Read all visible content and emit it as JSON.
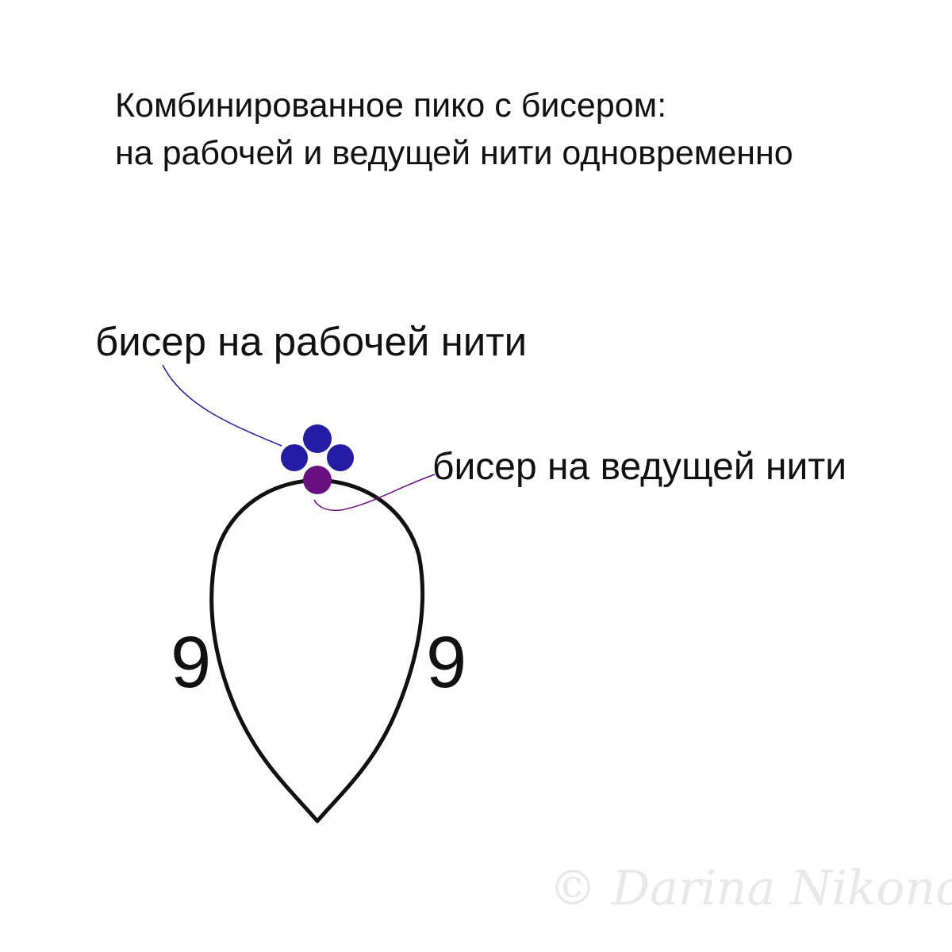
{
  "title": {
    "line1": "Комбинированное пико с бисером:",
    "line2": "на рабочей и ведущей нити одновременно"
  },
  "labels": {
    "working_thread_beads": "бисер на рабочей нити",
    "core_thread_beads": "бисер на ведущей нити",
    "left_count": "9",
    "right_count": "9"
  },
  "watermark": "© Darina Nikonova",
  "colors": {
    "working_bead": "#241ca5",
    "core_bead": "#6a0f80",
    "thread": "#111111",
    "watermark": "#e8e8e8"
  }
}
